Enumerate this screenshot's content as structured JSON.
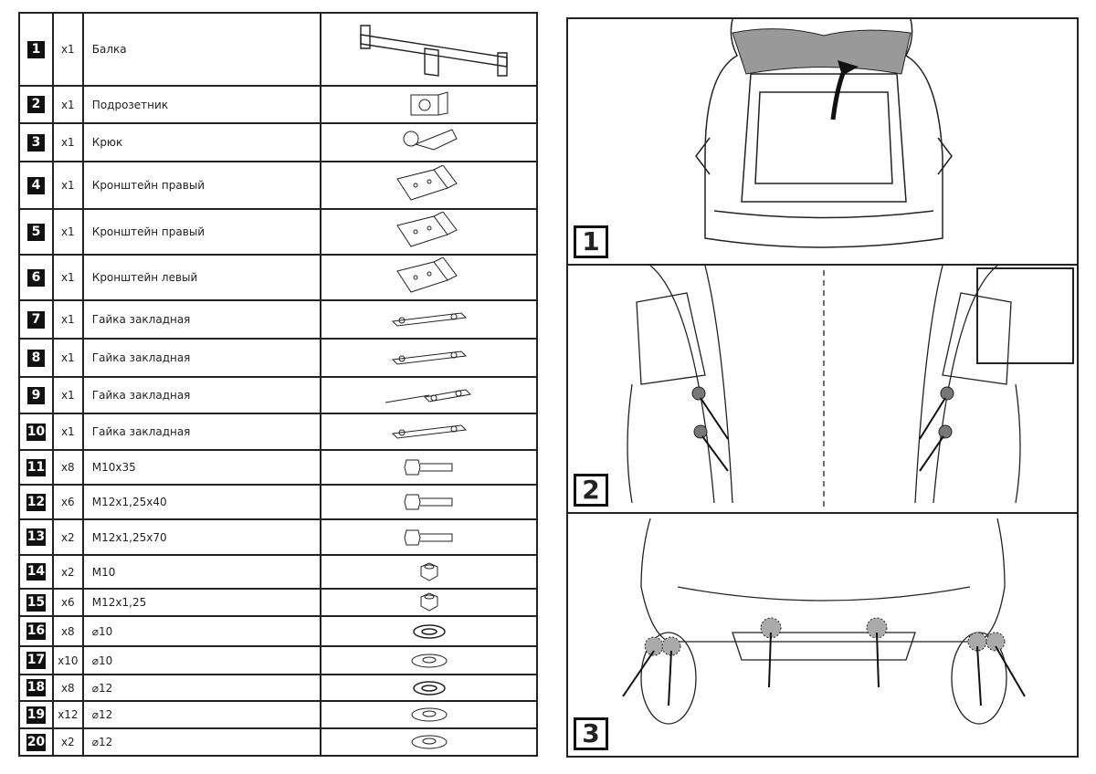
{
  "parts": [
    {
      "num": "1",
      "qty": "x1",
      "name": "Балка",
      "icon": "tow-beam"
    },
    {
      "num": "2",
      "qty": "x1",
      "name": "Подрозетник",
      "icon": "socket-bracket"
    },
    {
      "num": "3",
      "qty": "x1",
      "name": "Крюк",
      "icon": "tow-ball-hook"
    },
    {
      "num": "4",
      "qty": "x1",
      "name": "Кронштейн правый",
      "icon": "bracket"
    },
    {
      "num": "5",
      "qty": "x1",
      "name": "Кронштейн правый",
      "icon": "bracket"
    },
    {
      "num": "6",
      "qty": "x1",
      "name": "Кронштейн левый",
      "icon": "bracket"
    },
    {
      "num": "7",
      "qty": "x1",
      "name": "Гайка закладная",
      "icon": "nut-plate"
    },
    {
      "num": "8",
      "qty": "x1",
      "name": "Гайка закладная",
      "icon": "nut-plate"
    },
    {
      "num": "9",
      "qty": "x1",
      "name": "Гайка закладная",
      "icon": "nut-plate-wire"
    },
    {
      "num": "10",
      "qty": "x1",
      "name": "Гайка закладная",
      "icon": "nut-plate"
    },
    {
      "num": "11",
      "qty": "x8",
      "name": "M10x35",
      "icon": "bolt"
    },
    {
      "num": "12",
      "qty": "x6",
      "name": "M12x1,25x40",
      "icon": "bolt"
    },
    {
      "num": "13",
      "qty": "x2",
      "name": "M12x1,25x70",
      "icon": "bolt"
    },
    {
      "num": "14",
      "qty": "x2",
      "name": "M10",
      "icon": "nut"
    },
    {
      "num": "15",
      "qty": "x6",
      "name": "M12x1,25",
      "icon": "nut"
    },
    {
      "num": "16",
      "qty": "x8",
      "name": "⌀10",
      "icon": "spring-washer"
    },
    {
      "num": "17",
      "qty": "x10",
      "name": "⌀10",
      "icon": "flat-washer"
    },
    {
      "num": "18",
      "qty": "x8",
      "name": "⌀12",
      "icon": "spring-washer"
    },
    {
      "num": "19",
      "qty": "x12",
      "name": "⌀12",
      "icon": "flat-washer"
    },
    {
      "num": "20",
      "qty": "x2",
      "name": "⌀12",
      "icon": "flat-washer"
    }
  ],
  "steps": [
    {
      "num": "1",
      "desc": "open-trunk-lift-floor"
    },
    {
      "num": "2",
      "desc": "remove-tail-light-bolts"
    },
    {
      "num": "3",
      "desc": "remove-bumper-clips"
    }
  ]
}
